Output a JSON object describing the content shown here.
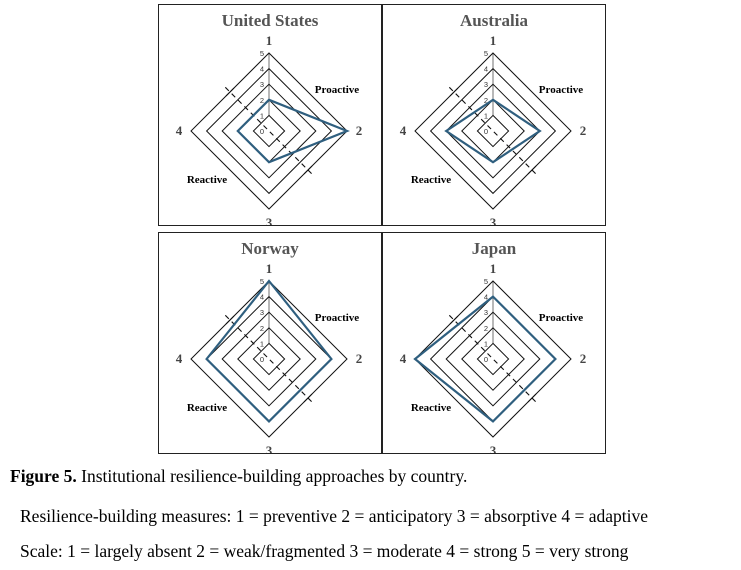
{
  "chart_data": [
    {
      "type": "radar",
      "title": "United States",
      "axes": [
        "1",
        "2",
        "3",
        "4"
      ],
      "scale_ticks": [
        "0",
        "1",
        "2",
        "3",
        "4",
        "5"
      ],
      "range": [
        0,
        5
      ],
      "values": [
        2,
        5,
        2,
        2
      ],
      "annotations": [
        "Proactive",
        "Reactive"
      ],
      "grid": true
    },
    {
      "type": "radar",
      "title": "Australia",
      "axes": [
        "1",
        "2",
        "3",
        "4"
      ],
      "scale_ticks": [
        "0",
        "1",
        "2",
        "3",
        "4",
        "5"
      ],
      "range": [
        0,
        5
      ],
      "values": [
        2,
        3,
        2,
        3
      ],
      "annotations": [
        "Proactive",
        "Reactive"
      ],
      "grid": true
    },
    {
      "type": "radar",
      "title": "Norway",
      "axes": [
        "1",
        "2",
        "3",
        "4"
      ],
      "scale_ticks": [
        "0",
        "1",
        "2",
        "3",
        "4",
        "5"
      ],
      "range": [
        0,
        5
      ],
      "values": [
        5,
        4,
        4,
        4
      ],
      "annotations": [
        "Proactive",
        "Reactive"
      ],
      "grid": true
    },
    {
      "type": "radar",
      "title": "Japan",
      "axes": [
        "1",
        "2",
        "3",
        "4"
      ],
      "scale_ticks": [
        "0",
        "1",
        "2",
        "3",
        "4",
        "5"
      ],
      "range": [
        0,
        5
      ],
      "values": [
        4,
        4,
        4,
        5
      ],
      "annotations": [
        "Proactive",
        "Reactive"
      ],
      "grid": true
    }
  ],
  "caption": {
    "label": "Figure 5.",
    "text": " Institutional resilience-building approaches by country."
  },
  "measures_note": "Resilience-building measures: 1 = preventive  2 = anticipatory  3 = absorptive  4 = adaptive",
  "scale_note": "Scale: 1 = largely absent   2 = weak/fragmented   3 = moderate   4 = strong   5 = very strong",
  "colors": {
    "series": "#2f5f7f",
    "grid": "#111111",
    "title": "#555555"
  }
}
